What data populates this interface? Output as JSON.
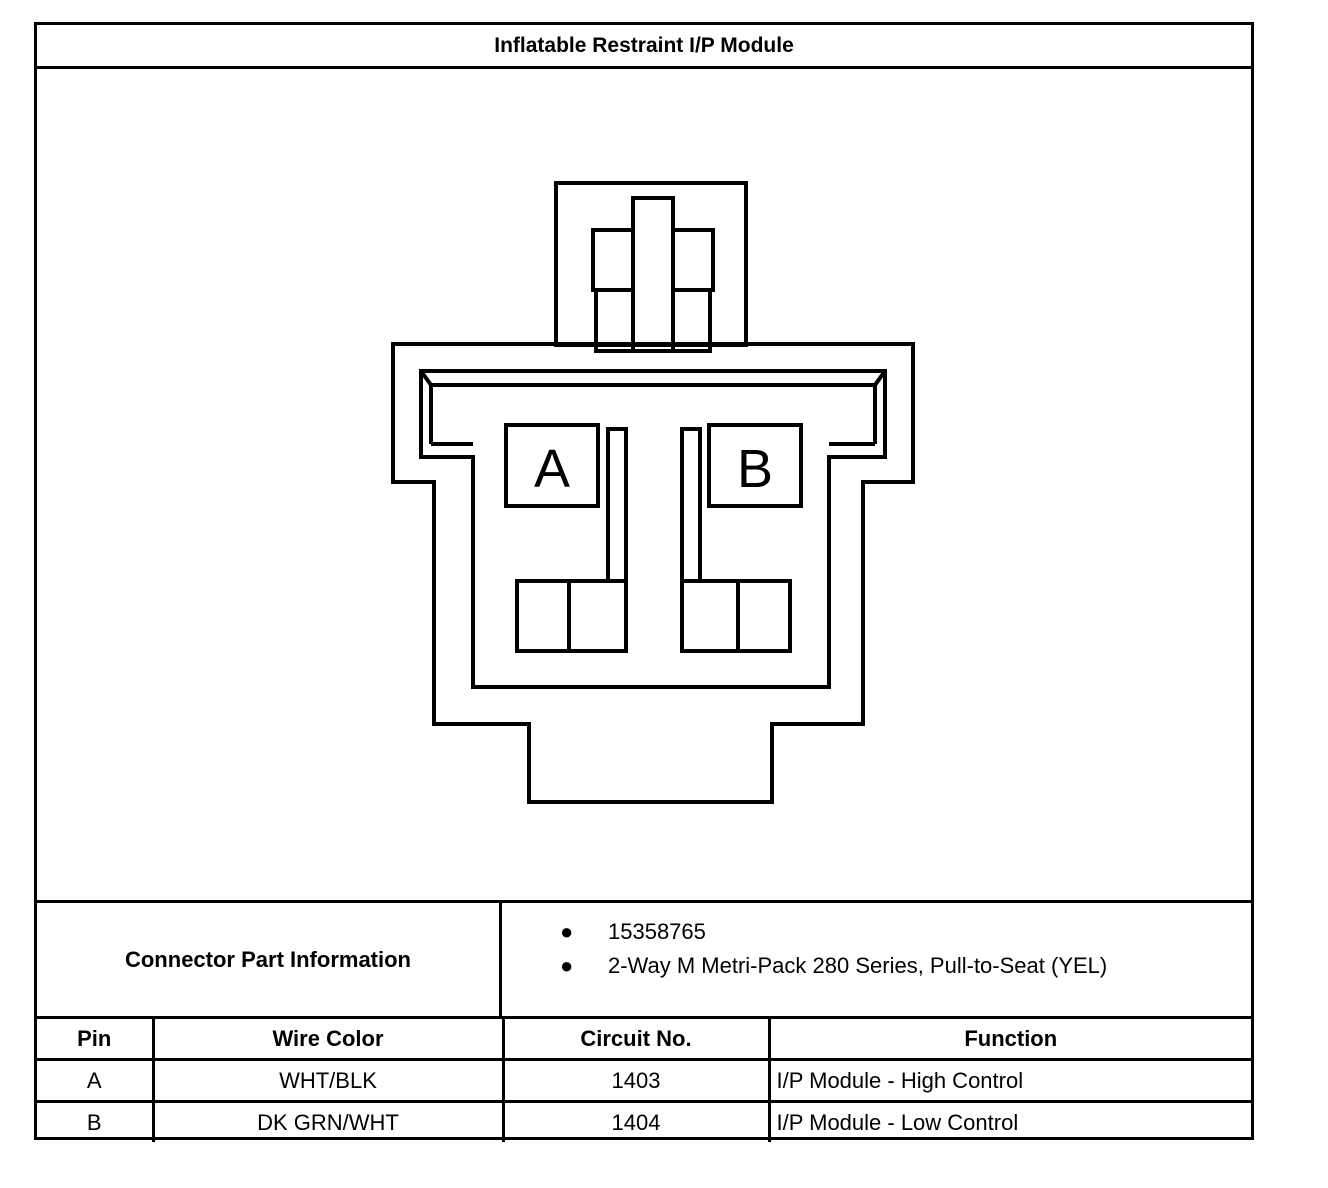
{
  "title": "Inflatable Restraint I/P Module",
  "connector": {
    "cavity_labels": [
      "A",
      "B"
    ]
  },
  "part_info": {
    "label": "Connector Part Information",
    "items": [
      "15358765",
      "2-Way M Metri-Pack 280 Series, Pull-to-Seat (YEL)"
    ]
  },
  "table": {
    "headers": [
      "Pin",
      "Wire Color",
      "Circuit No.",
      "Function"
    ],
    "rows": [
      [
        "A",
        "WHT/BLK",
        "1403",
        "I/P Module - High Control"
      ],
      [
        "B",
        "DK GRN/WHT",
        "1404",
        "I/P Module - Low Control"
      ]
    ]
  }
}
